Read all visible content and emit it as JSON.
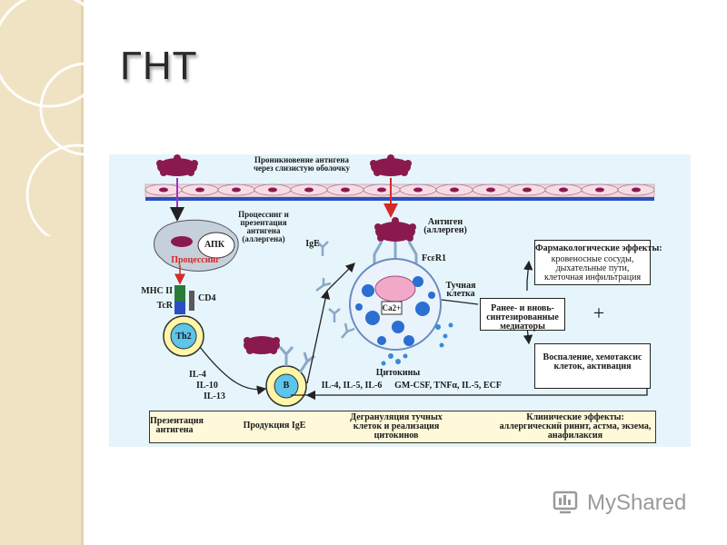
{
  "slide": {
    "title": "ГНТ"
  },
  "diagram": {
    "penetration": "Проникновение антигена через слизистую оболочку",
    "processing_presentation": "Процессинг и презентация антигена (аллергена)",
    "apc": "АПК",
    "processing": "Процессинг",
    "mhc": "MHC II",
    "cd4": "CD4",
    "tcr": "TcR",
    "th2": "Th2",
    "b_cell": "B",
    "il4": "IL-4",
    "il10": "IL-10",
    "il13": "IL-13",
    "ige": "IgE",
    "antigen": "Антиген (аллерген)",
    "fce": "FcεR1",
    "mast": "Тучная клетка",
    "ca": "Ca2+",
    "cytokines": "Цитокины",
    "cytokine_list": "GM-CSF, TNFα, IL-5, ECF",
    "il_list": "IL-4, IL-5, IL-6",
    "pharm_title": "Фармакологические эффекты:",
    "pharm_body": "кровеносные сосуды, дыхательные пути, клеточная инфильтрация",
    "mediators": "Ранее- и вновь-синтезированные медиаторы",
    "plus": "+",
    "inflammation": "Воспаление, хемотаксис клеток, активация",
    "bottom_1": "Презентация антигена",
    "bottom_2": "Продукция IgE",
    "bottom_3": "Дегрануляция тучных клеток и реализация цитокинов",
    "bottom_4_title": "Клинические эффекты:",
    "bottom_4_body": "аллергический ринит, астма, экзема, анафилаксия"
  },
  "watermark": {
    "text": "MyShared"
  },
  "colors": {
    "band": "#efe3c4",
    "antigen": "#8a1a4e",
    "membrane": "#2b4fc2",
    "cell": "#f3d6de"
  }
}
